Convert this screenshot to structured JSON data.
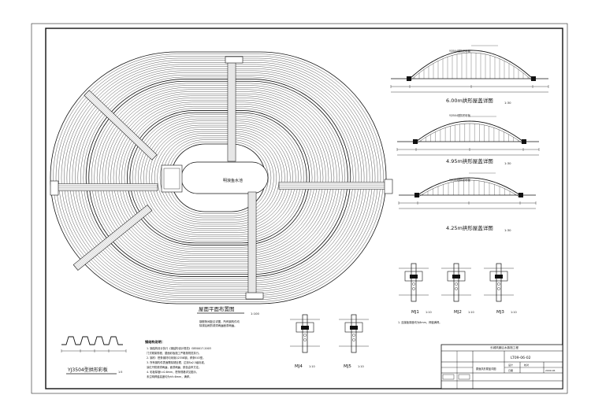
{
  "plan": {
    "title": "屋面平面布置图",
    "scale": "1:100",
    "center_label": "明浪鱼水池",
    "note_lines": [
      "钢檩条间距见详图，所有钢构件均",
      "除锈后刷防锈漆两遍面漆两遍。"
    ]
  },
  "sections": [
    {
      "title": "6.00m拱形屋盖详图",
      "scale": "1:30",
      "top_note": "YJ3504型拱形彩板"
    },
    {
      "title": "4.95m拱形屋盖详图",
      "scale": "1:30",
      "top_note": "YJ3504型拱形彩板"
    },
    {
      "title": "4.25m拱形屋盖详图",
      "scale": "1:30",
      "top_note": "YJ3504型拱形彩板"
    }
  ],
  "profile": {
    "title": "YJ3504型拱形彩板",
    "scale": "1:5"
  },
  "joints_right": [
    {
      "label": "MJ1",
      "scale": "1:10"
    },
    {
      "label": "MJ2",
      "scale": "1:10"
    },
    {
      "label": "MJ3",
      "scale": "1:10"
    }
  ],
  "joints_bottom": [
    {
      "label": "MJ4",
      "scale": "1:10"
    },
    {
      "label": "MJ5",
      "scale": "1:10"
    }
  ],
  "design_notes": {
    "title": "钢结构说明：",
    "lines": [
      "1. 钢结构设计执行《钢结构设计规范》GB50017-2003",
      "   门式刚架规程，屋面彩板施工严格按规范执行。",
      "2. 钢材：檩条钢材均采用Q235B钢，焊条E43型。",
      "3. 所有钢构件表面需除锈处理，达到Sa2.5级标准，",
      "   涂红丹防锈漆两遍，面漆两遍，颜色由甲方定。",
      "4. 彩板厚度t=0.6mm，檩条规格详见图示，",
      "   未注明焊缝高度均为hf=6mm，满焊。"
    ]
  },
  "side_note": "1. 连接板厚度均为8mm，焊缝满焊。",
  "title_block": {
    "project": "长城风景区水族馆工程",
    "drawing_no": "LT09-06-02",
    "drawing_name": "屋面拱形屋盖详图",
    "designer_label": "设计",
    "checker_label": "校对",
    "date_label": "日期",
    "date_value": "2009.06"
  }
}
